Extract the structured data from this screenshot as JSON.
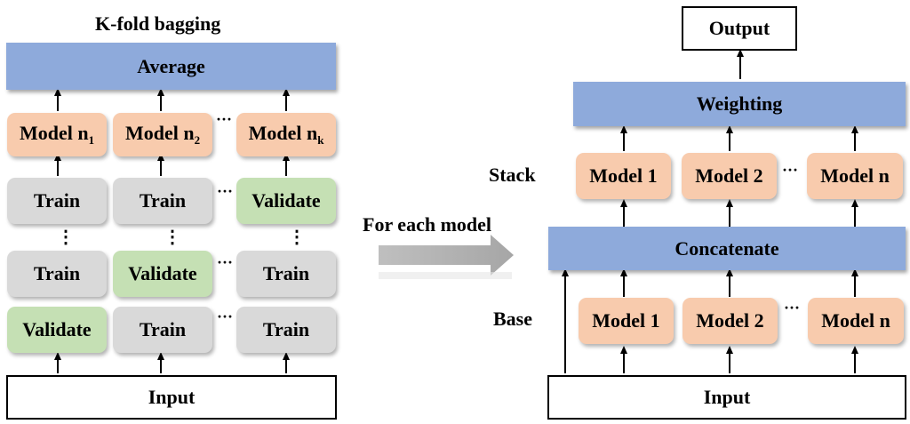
{
  "left": {
    "title": "K-fold bagging",
    "average_label": "Average",
    "models": [
      {
        "base": "Model n",
        "sub": "1"
      },
      {
        "base": "Model n",
        "sub": "2"
      },
      {
        "base": "Model n",
        "sub": "k"
      }
    ],
    "grid_top": [
      "Train",
      "Train",
      "Validate"
    ],
    "grid_mid": [
      "Train",
      "Validate",
      "Train"
    ],
    "grid_bot": [
      "Validate",
      "Train",
      "Train"
    ],
    "ellipsis": "···",
    "vdots": "⋮",
    "input_label": "Input"
  },
  "middle": {
    "label": "For each model"
  },
  "right": {
    "output_label": "Output",
    "weighting_label": "Weighting",
    "stack_label": "Stack",
    "stack_models": [
      "Model 1",
      "Model 2",
      "Model n"
    ],
    "concatenate_label": "Concatenate",
    "base_label": "Base",
    "base_models": [
      "Model 1",
      "Model 2",
      "Model n"
    ],
    "ellipsis": "···",
    "input_label": "Input"
  },
  "colors": {
    "blue": "#8eaadb",
    "orange": "#f8cbad",
    "gray": "#d9d9d9",
    "green": "#c5e0b4",
    "arrow_gray": "#a6a6a6"
  }
}
